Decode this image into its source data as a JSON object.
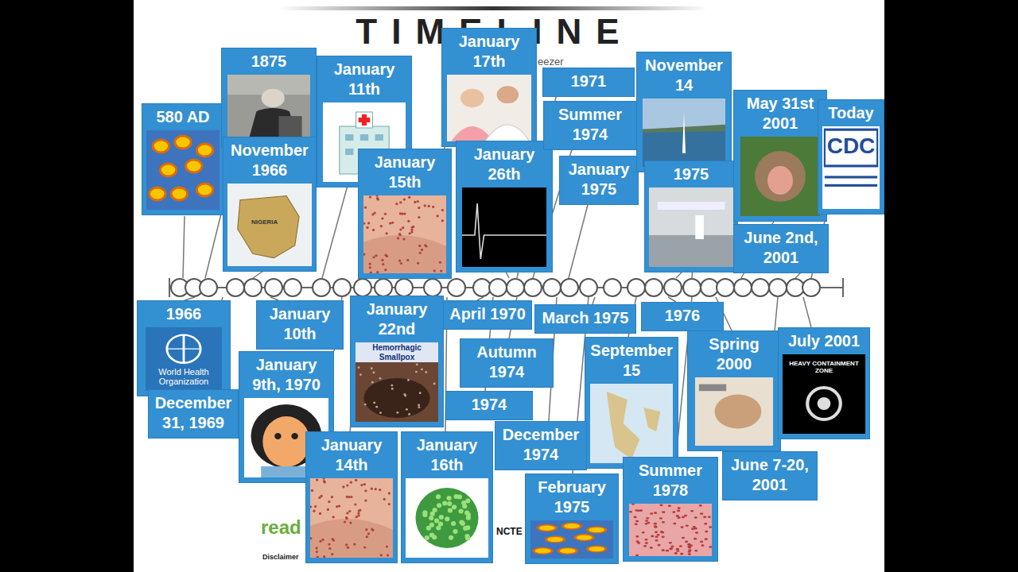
{
  "diagram": {
    "title": "TIMELINE",
    "nodes": [
      {
        "text": [
          "580 AD"
        ]
      },
      {
        "text": [
          "1875"
        ]
      },
      {
        "text": [
          "November 1966"
        ]
      },
      {
        "text": [
          "January 11th"
        ]
      },
      {
        "text": [
          "January 17th"
        ]
      },
      {
        "text": [
          "January 15th"
        ]
      },
      {
        "text": [
          "January 26th"
        ]
      },
      {
        "text": [
          "1971"
        ]
      },
      {
        "text": [
          "Summer 1974"
        ]
      },
      {
        "text": [
          "January 1975"
        ]
      },
      {
        "text": [
          "November 14"
        ]
      },
      {
        "text": [
          "1975"
        ]
      },
      {
        "text": [
          "May 31st 2001"
        ]
      },
      {
        "text": [
          "Today"
        ]
      },
      {
        "text": [
          "June 2nd, 2001"
        ]
      },
      {
        "text": [
          "1966"
        ]
      },
      {
        "text": [
          "December 31, 1969"
        ]
      },
      {
        "text": [
          "January 10th"
        ]
      },
      {
        "text": [
          "January 9th, 1970"
        ]
      },
      {
        "text": [
          "January 22nd"
        ]
      },
      {
        "text": [
          "April 1970"
        ]
      },
      {
        "text": [
          "March 1975"
        ]
      },
      {
        "text": [
          "1976"
        ]
      },
      {
        "text": [
          "Autumn 1974"
        ]
      },
      {
        "text": [
          "September 15"
        ]
      },
      {
        "text": [
          "Spring 2000"
        ]
      },
      {
        "text": [
          "July 2001"
        ]
      },
      {
        "text": [
          "1974"
        ]
      },
      {
        "text": [
          "December 1974"
        ]
      },
      {
        "text": [
          "January 14th"
        ]
      },
      {
        "text": [
          "January 16th"
        ]
      },
      {
        "text": [
          "February 1975"
        ]
      },
      {
        "text": [
          "Summer 1978"
        ]
      },
      {
        "text": [
          "June 7-20, 2001"
        ]
      }
    ],
    "labels": [
      "eezer",
      "NIGERIA",
      "CDC",
      "World Health Organization",
      "Hemorrhagic Smallpox",
      "HEAVY CONTAINMENT ZONE",
      "read",
      "NCTE",
      "Disclaimer"
    ]
  }
}
